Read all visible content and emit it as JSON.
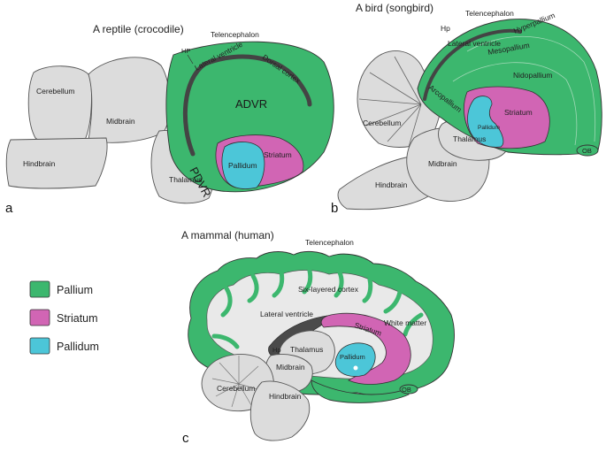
{
  "panels": {
    "a": {
      "letter": "a",
      "title": "A reptile (crocodile)",
      "labels": {
        "telencephalon": "Telencephalon",
        "hp": "HP",
        "lateral_ventricle": "Lateral ventricle",
        "dorsal_cortex": "Dorsal cortex",
        "advr": "ADVR",
        "pdvr": "PDVR",
        "striatum": "Striatum",
        "pallidum": "Pallidum",
        "cerebellum": "Cerebellum",
        "midbrain": "Midbrain",
        "hindbrain": "Hindbrain",
        "thalamus": "Thalamus"
      }
    },
    "b": {
      "letter": "b",
      "title": "A bird (songbird)",
      "labels": {
        "telencephalon": "Telencephalon",
        "hp": "Hp",
        "lateral_ventricle": "Lateral ventricle",
        "hyperpallium": "Hyperpallium",
        "mesopallium": "Mesopallium",
        "nidopallium": "Nidopallium",
        "arcopallium": "Arcopallium",
        "striatum": "Striatum",
        "pallidum": "Pallidum",
        "cerebellum": "Cerebellum",
        "thalamus": "Thalamus",
        "midbrain": "Midbrain",
        "hindbrain": "Hindbrain",
        "ob": "OB"
      }
    },
    "c": {
      "letter": "c",
      "title": "A mammal (human)",
      "labels": {
        "telencephalon": "Telencephalon",
        "six_layered_cortex": "Six-layered cortex",
        "lateral_ventricle": "Lateral ventricle",
        "white_matter": "White matter",
        "striatum": "Striatum",
        "thalamus": "Thalamus",
        "hp": "Hp",
        "midbrain": "Midbrain",
        "pallidum": "Pallidum",
        "cerebellum": "Cerebellum",
        "hindbrain": "Hindbrain",
        "ob": "OB"
      }
    }
  },
  "legend": [
    {
      "label": "Pallium",
      "color": "#3cb76e"
    },
    {
      "label": "Striatum",
      "color": "#d165b4"
    },
    {
      "label": "Pallidum",
      "color": "#4cc6d8"
    }
  ],
  "colors": {
    "pallium": "#3cb76e",
    "striatum": "#d165b4",
    "pallidum": "#4cc6d8",
    "other_brain": "#dcdcdc"
  }
}
